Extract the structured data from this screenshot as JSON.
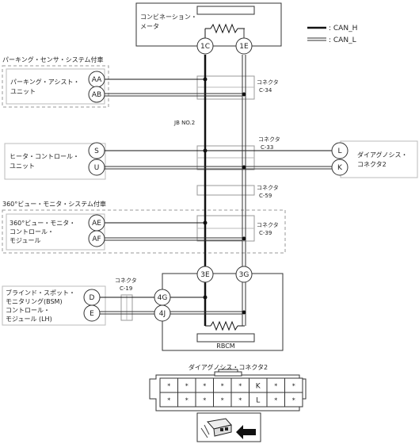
{
  "legend": {
    "can_h": ": CAN_H",
    "can_l": ": CAN_L"
  },
  "combination_meter": {
    "label_line1": "コンビネーション・",
    "label_line2": "メータ",
    "pin_h": "1C",
    "pin_l": "1E"
  },
  "parking_group": {
    "title": "パーキング・センサ・システム付車",
    "unit_line1": "パーキング・アシスト・",
    "unit_line2": "ユニット",
    "pin_h": "AA",
    "pin_l": "AB",
    "connector_line1": "コネクタ",
    "connector_line2": "C-34"
  },
  "junction_block": "JB NO.2",
  "heater": {
    "unit_line1": "ヒータ・コントロール・",
    "unit_line2": "ユニット",
    "pin_h": "S",
    "pin_l": "U",
    "connector_line1": "コネクタ",
    "connector_line2": "C-33"
  },
  "diagnosis": {
    "label_line1": "ダイアグノシス・",
    "label_line2": "コネクタ2",
    "pin_h": "L",
    "pin_l": "K"
  },
  "connector_c59": {
    "line1": "コネクタ",
    "line2": "C-59"
  },
  "monitor_group": {
    "title": "360°ビュー・モニタ・システム付車",
    "unit_line1": "360°ビュー・モニタ・",
    "unit_line2": "コントロール・",
    "unit_line3": "モジュール",
    "pin_h": "AE",
    "pin_l": "AF",
    "connector_line1": "コネクタ",
    "connector_line2": "C-39"
  },
  "bsm": {
    "unit_line1": "ブラインド・スポット・",
    "unit_line2": "モニタリング(BSM)",
    "unit_line3": "コントロール・",
    "unit_line4": "モジュール (LH)",
    "pin_h": "D",
    "pin_l": "E",
    "connector_line1": "コネクタ",
    "connector_line2": "C-19"
  },
  "rbcm": {
    "label": "RBCM",
    "pin_h_top": "3E",
    "pin_l_top": "3G",
    "pin_h_side": "4G",
    "pin_l_side": "4J"
  },
  "dlc": {
    "title": "ダイアグノシス・コネクタ2",
    "top_row": [
      "*",
      "*",
      "*",
      "*",
      "*",
      "K",
      "*",
      "*"
    ],
    "bottom_row": [
      "*",
      "*",
      "*",
      "*",
      "*",
      "L",
      "*",
      "*"
    ]
  },
  "colors": {
    "can_h": "#111111",
    "can_l": "#333333",
    "box": "#333333",
    "connector": "#999999",
    "dashed": "#999999"
  }
}
